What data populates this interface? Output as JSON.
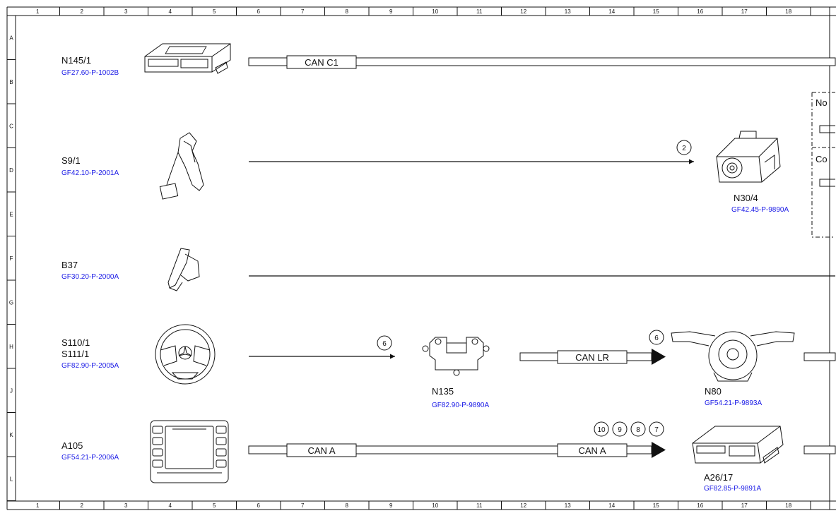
{
  "columns": [
    "1",
    "2",
    "3",
    "4",
    "5",
    "6",
    "7",
    "8",
    "9",
    "10",
    "11",
    "12",
    "13",
    "14",
    "15",
    "16",
    "17",
    "18"
  ],
  "rows": [
    "A",
    "B",
    "C",
    "D",
    "E",
    "F",
    "G",
    "H",
    "J",
    "K",
    "L"
  ],
  "components": [
    {
      "id": "N145/1",
      "ref": "GF27.60-P-1002B"
    },
    {
      "id": "S9/1",
      "ref": "GF42.10-P-2001A"
    },
    {
      "id": "B37",
      "ref": "GF30.20-P-2000A"
    },
    {
      "id": "S110/1",
      "id2": "S111/1",
      "ref": "GF82.90-P-2005A"
    },
    {
      "id": "A105",
      "ref": "GF54.21-P-2006A"
    },
    {
      "id": "N30/4",
      "ref": "GF42.45-P-9890A"
    },
    {
      "id": "N135",
      "ref": "GF82.90-P-9890A"
    },
    {
      "id": "N80",
      "ref": "GF54.21-P-9893A"
    },
    {
      "id": "A26/17",
      "ref": "GF82.85-P-9891A"
    }
  ],
  "bus_labels": {
    "can_c1": "CAN C1",
    "can_lr": "CAN LR",
    "can_a_left": "CAN A",
    "can_a_right": "CAN A"
  },
  "markers": {
    "m2": "2",
    "m6a": "6",
    "m6b": "6",
    "m10": "10",
    "m9": "9",
    "m8": "8",
    "m7": "7"
  },
  "side_box": {
    "label1": "No",
    "label2": "Co"
  }
}
